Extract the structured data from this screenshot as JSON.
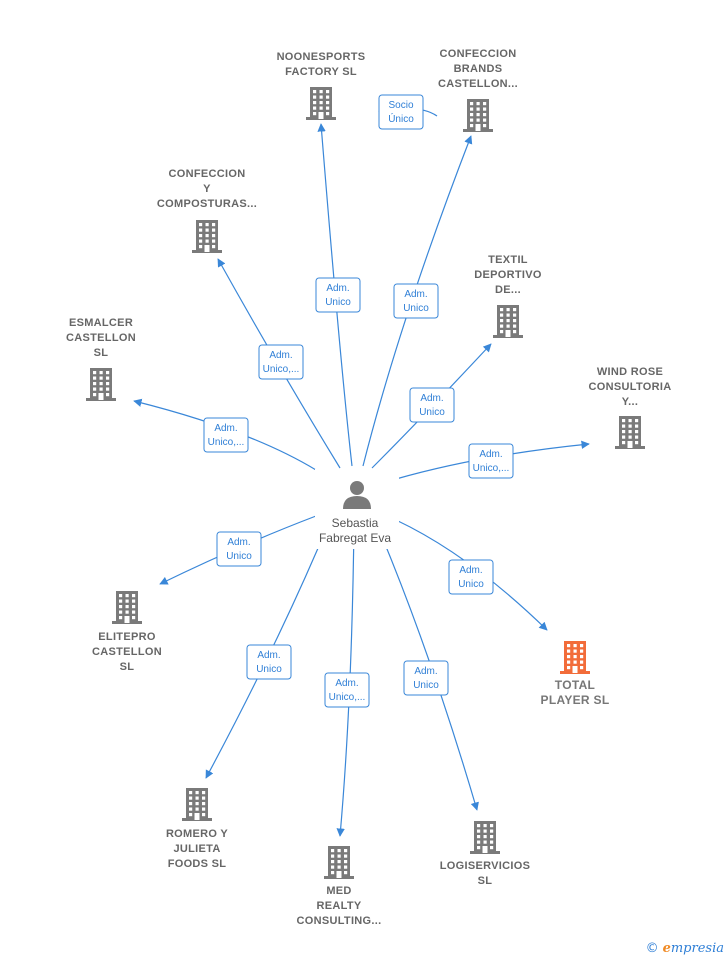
{
  "colors": {
    "edge": "#3a87d8",
    "badge_border": "#3a87d8",
    "badge_text": "#2f7fd6",
    "building": "#7a7a7a",
    "building_highlight": "#f26c3a",
    "person": "#7a7a7a"
  },
  "center": {
    "name_lines": [
      "Sebastia",
      "Fabregat Eva"
    ],
    "icon": "person-icon"
  },
  "companies": [
    {
      "id": "noonesports",
      "lines": [
        "NOONESPORTS",
        "FACTORY  SL"
      ],
      "icon": "building-icon",
      "highlight": false
    },
    {
      "id": "confeccion-brands",
      "lines": [
        "CONFECCION",
        "BRANDS",
        "CASTELLON..."
      ],
      "icon": "building-icon",
      "highlight": false
    },
    {
      "id": "confeccion-composturas",
      "lines": [
        "CONFECCION",
        "Y",
        "COMPOSTURAS..."
      ],
      "icon": "building-icon",
      "highlight": false
    },
    {
      "id": "textil-deportivo",
      "lines": [
        "TEXTIL",
        "DEPORTIVO",
        "DE..."
      ],
      "icon": "building-icon",
      "highlight": false
    },
    {
      "id": "esmalcer",
      "lines": [
        "ESMALCER",
        "CASTELLON",
        "SL"
      ],
      "icon": "building-icon",
      "highlight": false
    },
    {
      "id": "wind-rose",
      "lines": [
        "WIND ROSE",
        "CONSULTORIA",
        "Y..."
      ],
      "icon": "building-icon",
      "highlight": false
    },
    {
      "id": "elitepro",
      "lines": [
        "ELITEPRO",
        "CASTELLON",
        "SL"
      ],
      "icon": "building-icon",
      "highlight": false
    },
    {
      "id": "total-player",
      "lines": [
        "TOTAL",
        "PLAYER  SL"
      ],
      "icon": "building-icon",
      "highlight": true
    },
    {
      "id": "romero-julieta",
      "lines": [
        "ROMERO Y",
        "JULIETA",
        "FOODS  SL"
      ],
      "icon": "building-icon",
      "highlight": false
    },
    {
      "id": "med-realty",
      "lines": [
        "MED",
        "REALTY",
        "CONSULTING..."
      ],
      "icon": "building-icon",
      "highlight": false
    },
    {
      "id": "logiservicios",
      "lines": [
        "LOGISERVICIOS",
        "SL"
      ],
      "icon": "building-icon",
      "highlight": false
    }
  ],
  "edges": [
    {
      "target": "noonesports",
      "label": [
        "Adm.",
        "Unico"
      ]
    },
    {
      "target": "confeccion-brands",
      "label": [
        "Adm.",
        "Unico"
      ]
    },
    {
      "target": "confeccion-composturas",
      "label": [
        "Adm.",
        "Unico,..."
      ]
    },
    {
      "target": "textil-deportivo",
      "label": [
        "Adm.",
        "Unico"
      ]
    },
    {
      "target": "esmalcer",
      "label": [
        "Adm.",
        "Unico,..."
      ]
    },
    {
      "target": "wind-rose",
      "label": [
        "Adm.",
        "Unico,..."
      ]
    },
    {
      "target": "elitepro",
      "label": [
        "Adm.",
        "Unico"
      ]
    },
    {
      "target": "total-player",
      "label": [
        "Adm.",
        "Unico"
      ]
    },
    {
      "target": "romero-julieta",
      "label": [
        "Adm.",
        "Unico"
      ]
    },
    {
      "target": "med-realty",
      "label": [
        "Adm.",
        "Unico,..."
      ]
    },
    {
      "target": "logiservicios",
      "label": [
        "Adm.",
        "Unico"
      ]
    },
    {
      "source": "confeccion-brands",
      "target": "noonesports",
      "label": [
        "Socio",
        "Único"
      ]
    }
  ],
  "footer": {
    "copyright_symbol": "©",
    "brand_first": "e",
    "brand_rest": "mpresia"
  }
}
